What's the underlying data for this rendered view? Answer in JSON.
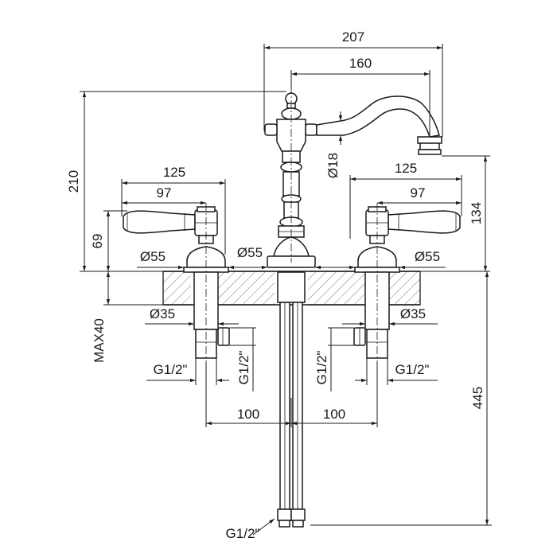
{
  "dimensions": {
    "overall_spout_reach": "207",
    "spout_reach": "160",
    "height_above_deck": "210",
    "spout_inlet_diameter": "Ø18",
    "handle_span_left": "125",
    "handle_reach_left": "97",
    "handle_span_right": "125",
    "handle_reach_right": "97",
    "handle_height": "69",
    "spout_height": "134",
    "base_diameter_left": "Ø55",
    "base_diameter_center": "Ø55",
    "base_diameter_right": "Ø55",
    "shank_diameter_left": "Ø35",
    "shank_diameter_right": "Ø35",
    "max_deck_thickness": "MAX40",
    "inlet_thread_left": "G1/2\"",
    "inlet_thread_right": "G1/2\"",
    "outlet_thread_left": "G1/2\"",
    "outlet_thread_right": "G1/2\"",
    "centre_distance_left": "100",
    "centre_distance_right": "100",
    "supply_hose_length": "445",
    "bottom_thread": "G1/2\""
  }
}
